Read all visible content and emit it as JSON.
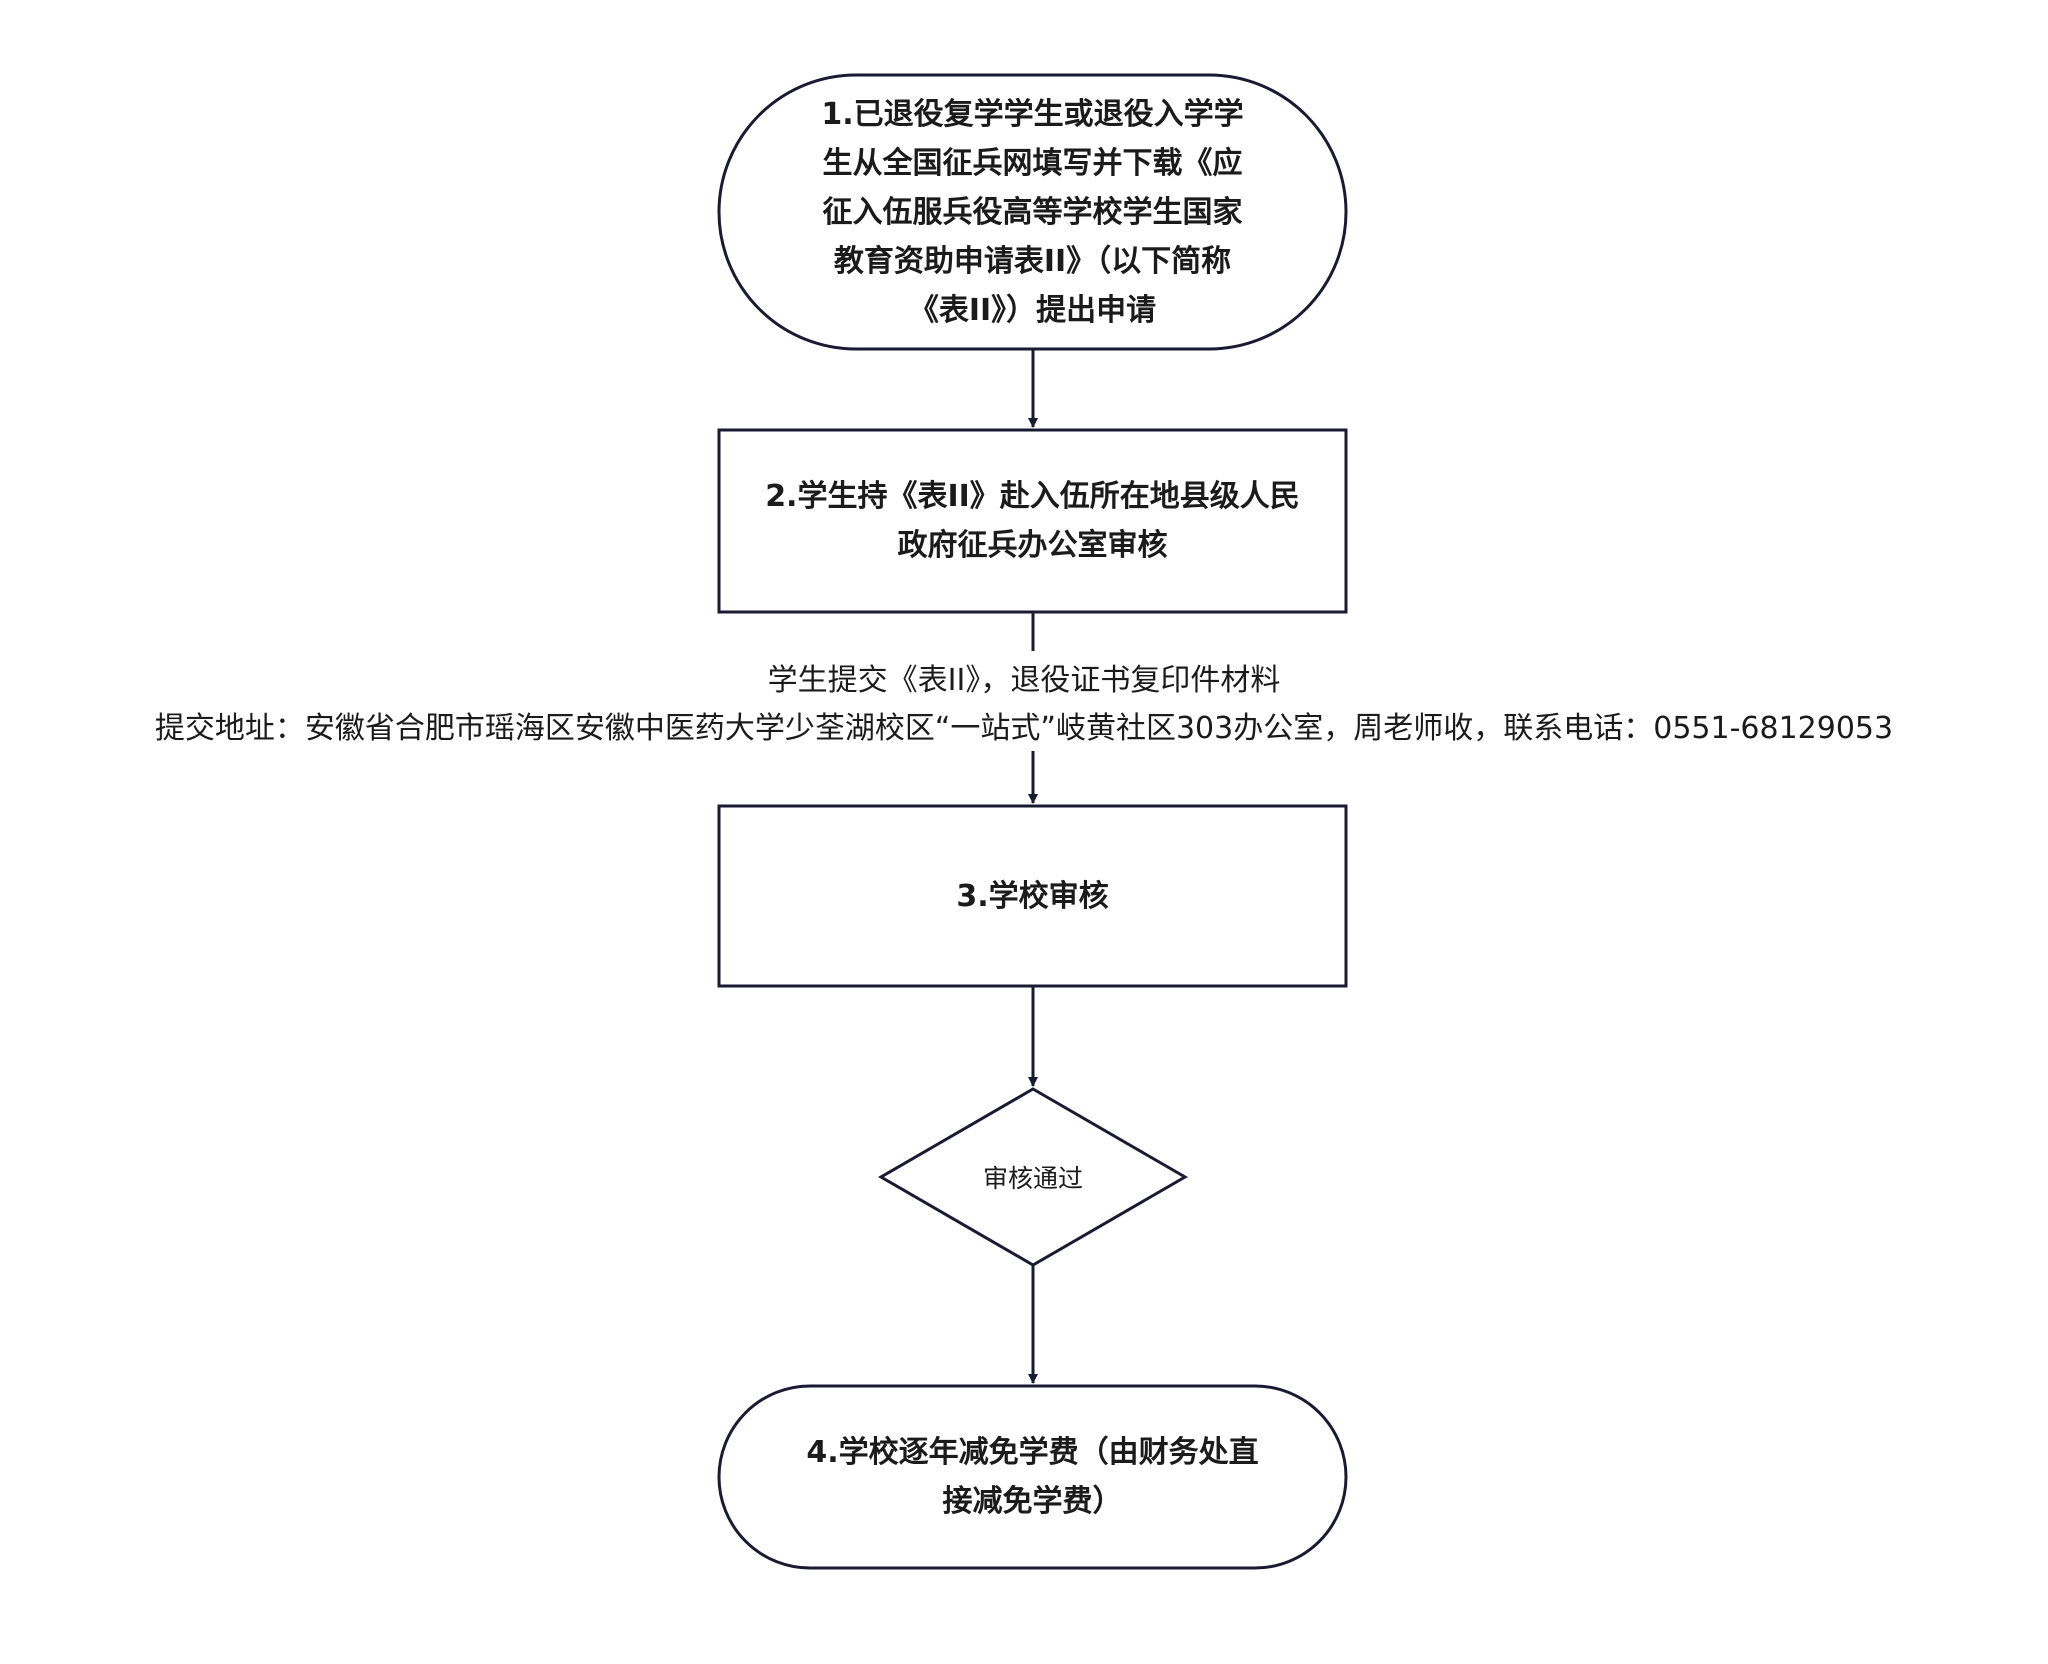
{
  "colors": {
    "stroke": "#1a1a33",
    "text": "#1b1b1b",
    "background": "#ffffff"
  },
  "flowchart": {
    "nodes": [
      {
        "id": "step-1",
        "shape": "terminal",
        "text": "1.已退役复学学生或退役入学学\n生从全国征兵网填写并下载《应\n征入伍服兵役高等学校学生国家\n教育资助申请表II》（以下简称\n《表II》）提出申请"
      },
      {
        "id": "step-2",
        "shape": "process",
        "text": "2.学生持《表II》赴入伍所在地县级人民\n政府征兵办公室审核"
      },
      {
        "id": "step-3",
        "shape": "process",
        "text": "3.学校审核"
      },
      {
        "id": "decision",
        "shape": "decision",
        "text": "审核通过"
      },
      {
        "id": "step-4",
        "shape": "terminal",
        "text": "4.学校逐年减免学费（由财务处直\n接减免学费）"
      }
    ],
    "edges": [
      {
        "from": "step-1",
        "to": "step-2"
      },
      {
        "from": "step-2",
        "to": "step-3"
      },
      {
        "from": "step-3",
        "to": "decision"
      },
      {
        "from": "decision",
        "to": "step-4"
      }
    ],
    "edge_label": {
      "line1": "学生提交《表II》，退役证书复印件材料",
      "line2": "提交地址：安徽省合肥市瑶海区安徽中医药大学少荃湖校区“一站式”岐黄社区303办公室，周老师收，联系电话：0551-68129053"
    }
  }
}
